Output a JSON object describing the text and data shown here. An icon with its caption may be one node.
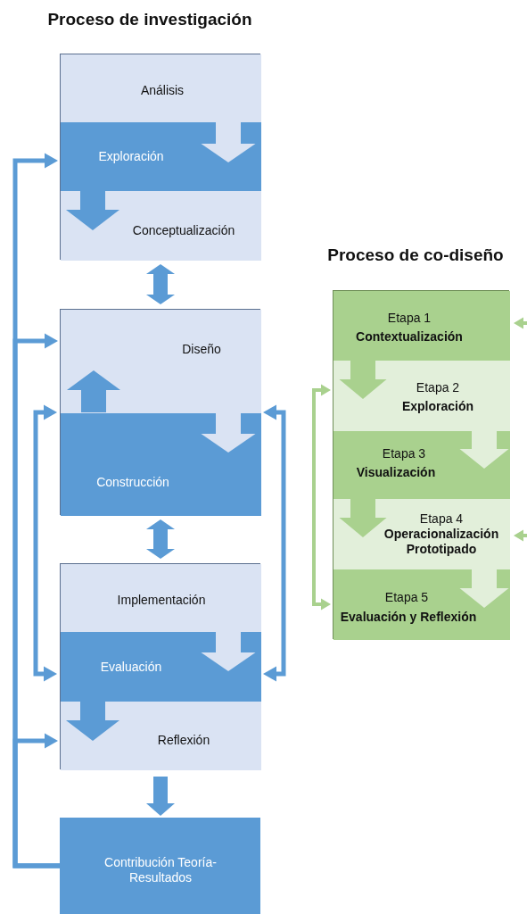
{
  "diagram": {
    "title": "Proceso de investigación",
    "nodes": [
      {
        "text": [],
        "shape": "box"
      },
      {
        "text": [
          "Análisis"
        ],
        "in": 0
      },
      {
        "text": [
          "Exploración"
        ],
        "in": 0
      },
      {
        "text": [
          "Conceptualización"
        ],
        "in": 0
      },
      {
        "text": [],
        "shape": "box"
      },
      {
        "text": [
          "Diseño"
        ],
        "in": 4
      },
      {
        "text": [
          "Construcción"
        ],
        "in": 4
      },
      {
        "text": [],
        "shape": "box"
      },
      {
        "text": [
          "Implementación"
        ],
        "in": 7
      },
      {
        "text": [
          "Evaluación"
        ],
        "in": 7
      },
      {
        "text": [
          "Reflexión"
        ],
        "in": 7
      },
      {
        "text": [
          "Contribución Teoría-Resultados"
        ]
      },
      {
        "text": [],
        "shape": "box"
      },
      {
        "text": [
          "Etapa 1",
          "Contextualización"
        ],
        "in": 12
      },
      {
        "text": [
          "Etapa 2",
          "Exploración"
        ],
        "in": 12
      },
      {
        "text": [
          "Etapa 3",
          "Visualización"
        ],
        "in": 12
      },
      {
        "text": [
          "Etapa 4",
          "Operacionalización Prototipado"
        ],
        "in": 12
      },
      {
        "text": [
          "Etapa 5",
          "Evaluación y Reflexión"
        ],
        "in": 12
      }
    ],
    "edges": [
      {
        "from": 1,
        "to": 2,
        "arrow": "to",
        "color": "#dae3f3"
      },
      {
        "from": 2,
        "to": 3,
        "arrow": "to"
      },
      {
        "from": 0,
        "to": 4,
        "arrow": "both"
      },
      {
        "from": 6,
        "to": 5,
        "arrow": "to"
      },
      {
        "from": 5,
        "to": 6,
        "arrow": "to",
        "color": "#dae3f3"
      },
      {
        "from": 4,
        "to": 7,
        "arrow": "both"
      },
      {
        "from": 8,
        "to": 9,
        "arrow": "to",
        "color": "#dae3f3"
      },
      {
        "from": 9,
        "to": 10,
        "arrow": "to"
      },
      {
        "from": 7,
        "to": 11,
        "arrow": "to"
      },
      {
        "from": 11,
        "to": 2,
        "arrow": "to"
      },
      {
        "from": 11,
        "to": 5,
        "arrow": "to"
      },
      {
        "from": 11,
        "to": 10,
        "arrow": "to"
      },
      {
        "from": 6,
        "to": 9,
        "arrow": "both"
      },
      {
        "from": 6,
        "to": 9,
        "arrow": "both"
      },
      {
        "from": 13,
        "to": 14,
        "arrow": "to",
        "color": "#a9d18e"
      },
      {
        "from": 14,
        "to": 15,
        "arrow": "to",
        "color": "#e2efda"
      },
      {
        "from": 15,
        "to": 16,
        "arrow": "to",
        "color": "#a9d18e"
      },
      {
        "from": 16,
        "to": 17,
        "arrow": "to",
        "color": "#e2efda"
      },
      {
        "from": 14,
        "to": 17,
        "arrow": "both",
        "color": "#a9d18e"
      },
      {
        "from": null,
        "to": 13,
        "arrow": "to",
        "color": "#a9d18e"
      },
      {
        "from": null,
        "to": 16,
        "arrow": "to",
        "color": "#a9d18e"
      }
    ],
    "labels": [
      "Proceso de co-diseño"
    ]
  }
}
